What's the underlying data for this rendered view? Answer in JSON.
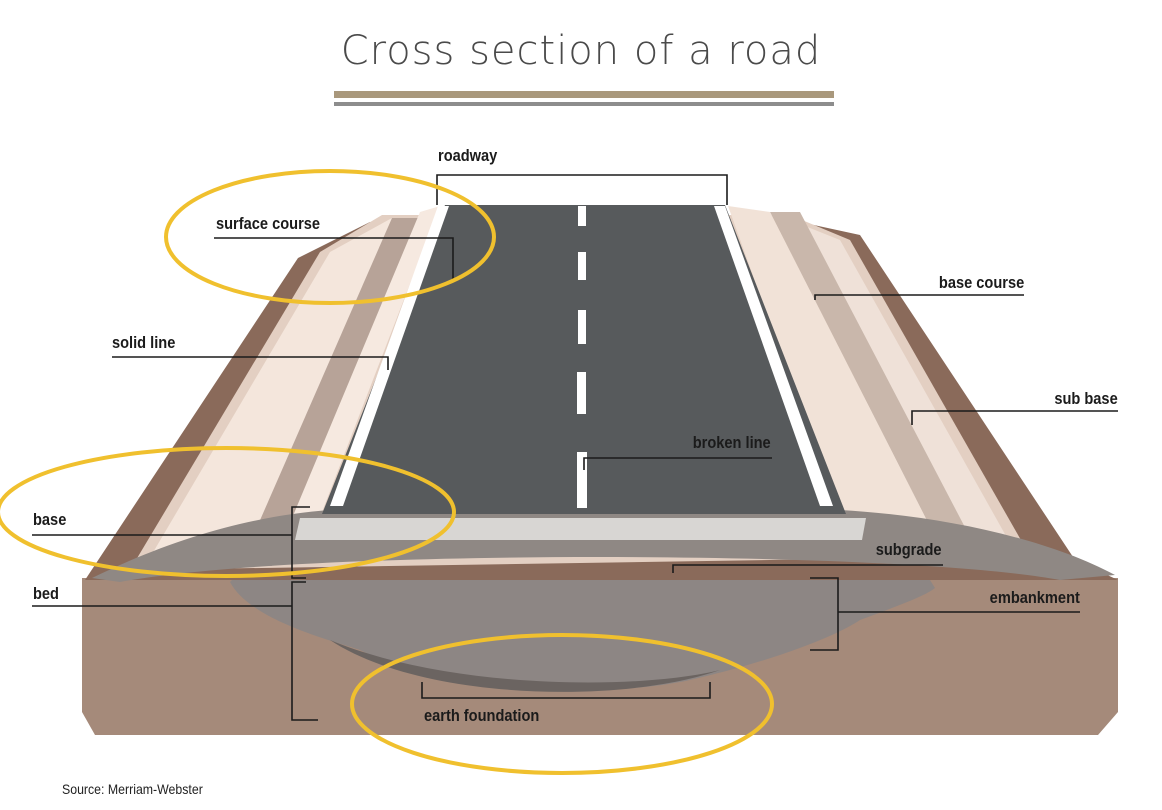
{
  "title": "Cross section of a road",
  "labels": {
    "roadway": "roadway",
    "surface_course": "surface course",
    "base_course": "base course",
    "solid_line": "solid line",
    "sub_base": "sub base",
    "broken_line": "broken line",
    "base": "base",
    "subgrade": "subgrade",
    "bed": "bed",
    "embankment": "embankment",
    "earth_foundation": "earth foundation"
  },
  "source": "Source: Merriam-Webster",
  "colors": {
    "asphalt": "#575a5c",
    "lane_marking": "#ffffff",
    "earth_dark": "#8a6a5a",
    "earth_side": "#a58a7a",
    "sand_light": "#f1e1d6",
    "gravel": "#b5a296",
    "highlight_ellipse": "#f0c02e",
    "leader_line": "#1b1b1b"
  }
}
